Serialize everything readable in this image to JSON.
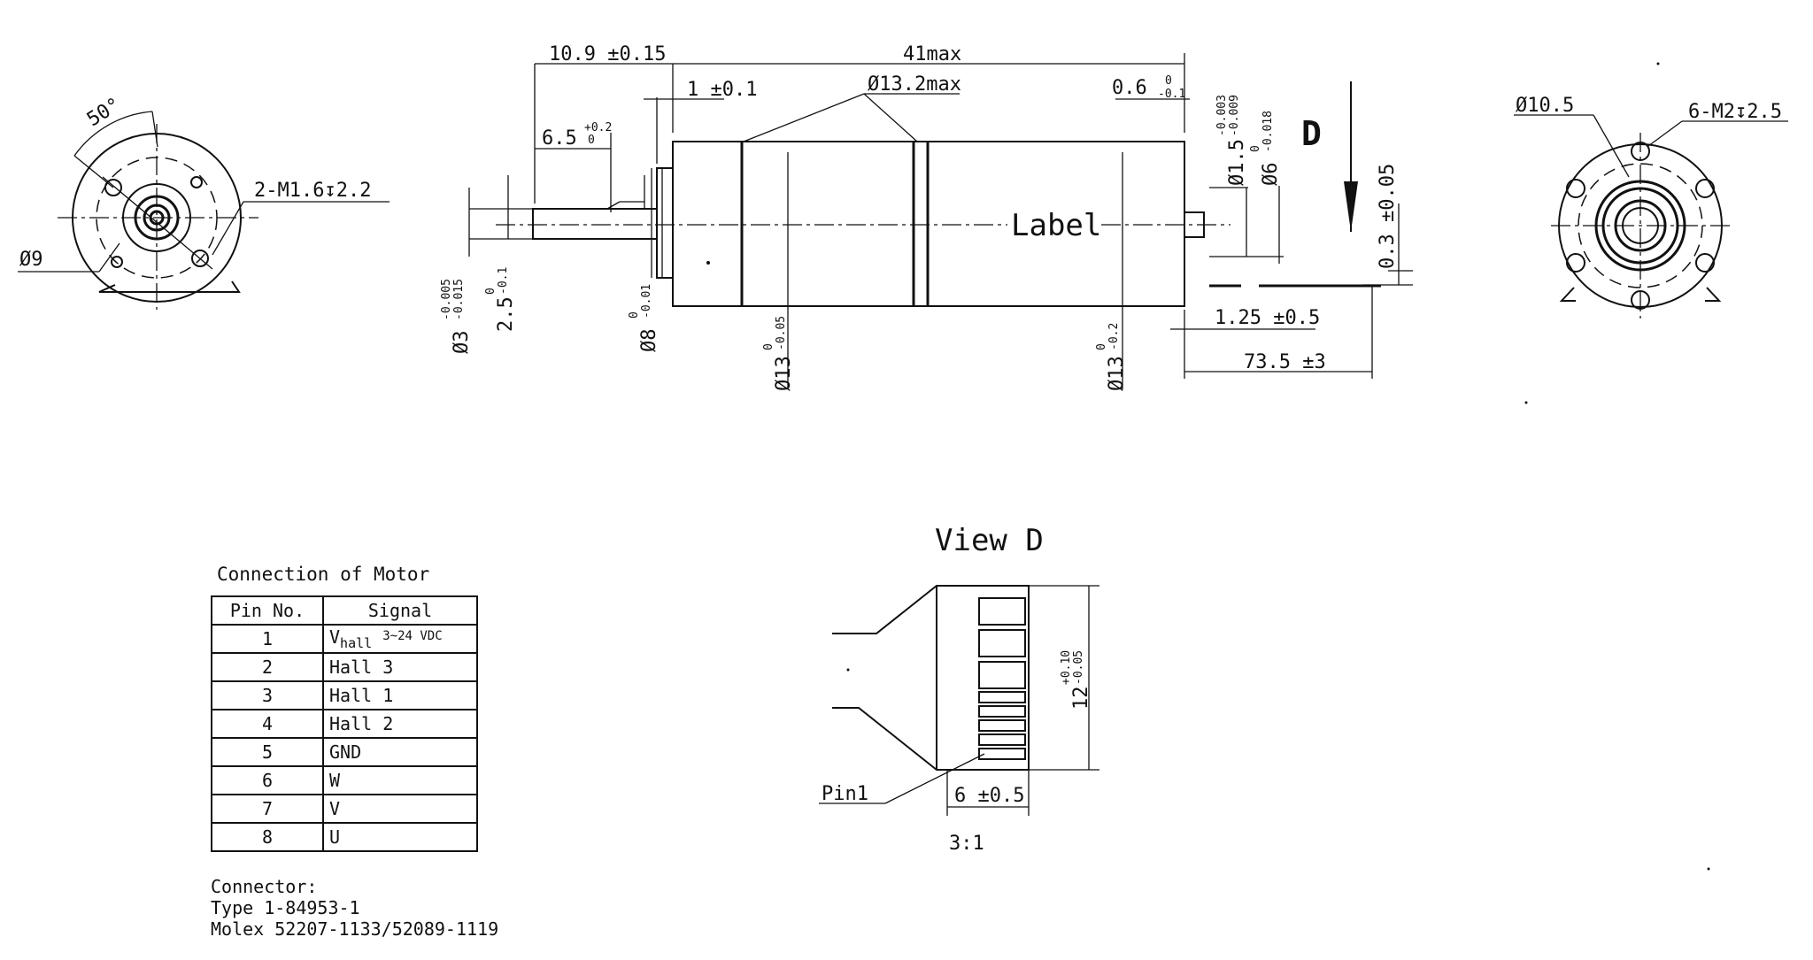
{
  "front_view_left": {
    "angle_label": "50°",
    "diameter_label": "Ø9",
    "holes_label": "2-M1.6↧2.2"
  },
  "side_view": {
    "dims": {
      "d_10_9": "10.9 ±0.15",
      "d_41": "41max",
      "d_1": "1 ±0.1",
      "d_13_2": "Ø13.2max",
      "d_0_6": "0.6",
      "d_0_6_tol_upper": "0",
      "d_0_6_tol_lower": "-0.1",
      "d_6_5": "6.5",
      "d_6_5_tol_upper": "+0.2",
      "d_6_5_tol_lower": "0",
      "d_1_5": "Ø1.5",
      "d_1_5_tol_upper": "-0.003",
      "d_1_5_tol_lower": "-0.009",
      "d_6": "Ø6",
      "d_6_tol_upper": "0",
      "d_6_tol_lower": "-0.018",
      "d_3": "Ø3",
      "d_3_tol_upper": "-0.005",
      "d_3_tol_lower": "-0.015",
      "d_2_5": "2.5",
      "d_2_5_tol_upper": "0",
      "d_2_5_tol_lower": "-0.1",
      "d_8": "Ø8",
      "d_8_tol_upper": "0",
      "d_8_tol_lower": "-0.01",
      "d_13a": "Ø13",
      "d_13a_tol_upper": "0",
      "d_13a_tol_lower": "-0.05",
      "d_13b": "Ø13",
      "d_13b_tol_upper": "0",
      "d_13b_tol_lower": "-0.2",
      "d_0_3": "0.3 ±0.05",
      "d_1_25": "1.25 ±0.5",
      "d_73_5": "73.5 ±3"
    },
    "label_text": "Label",
    "view_marker": "D"
  },
  "front_view_right": {
    "diameter_label": "Ø10.5",
    "holes_label": "6-M2↧2.5"
  },
  "connection": {
    "title": "Connection of Motor",
    "headers": [
      "Pin No.",
      "Signal"
    ],
    "rows": [
      {
        "pin": "1",
        "sig_main": "V",
        "sig_sub": "hall",
        "sig_extra": "3~24 VDC"
      },
      {
        "pin": "2",
        "sig_main": "Hall 3",
        "sig_sub": "",
        "sig_extra": ""
      },
      {
        "pin": "3",
        "sig_main": "Hall 1",
        "sig_sub": "",
        "sig_extra": ""
      },
      {
        "pin": "4",
        "sig_main": "Hall 2",
        "sig_sub": "",
        "sig_extra": ""
      },
      {
        "pin": "5",
        "sig_main": "GND",
        "sig_sub": "",
        "sig_extra": ""
      },
      {
        "pin": "6",
        "sig_main": "W",
        "sig_sub": "",
        "sig_extra": ""
      },
      {
        "pin": "7",
        "sig_main": "V",
        "sig_sub": "",
        "sig_extra": ""
      },
      {
        "pin": "8",
        "sig_main": "U",
        "sig_sub": "",
        "sig_extra": ""
      }
    ],
    "connector_notes": [
      "Connector:",
      "Type 1-84953-1",
      "Molex 52207-1133/52089-1119"
    ]
  },
  "view_d": {
    "title": "View D",
    "height_dim": "12",
    "height_tol_upper": "+0.10",
    "height_tol_lower": "-0.05",
    "width_dim": "6 ±0.5",
    "pin_label": "Pin1",
    "scale": "3:1"
  }
}
